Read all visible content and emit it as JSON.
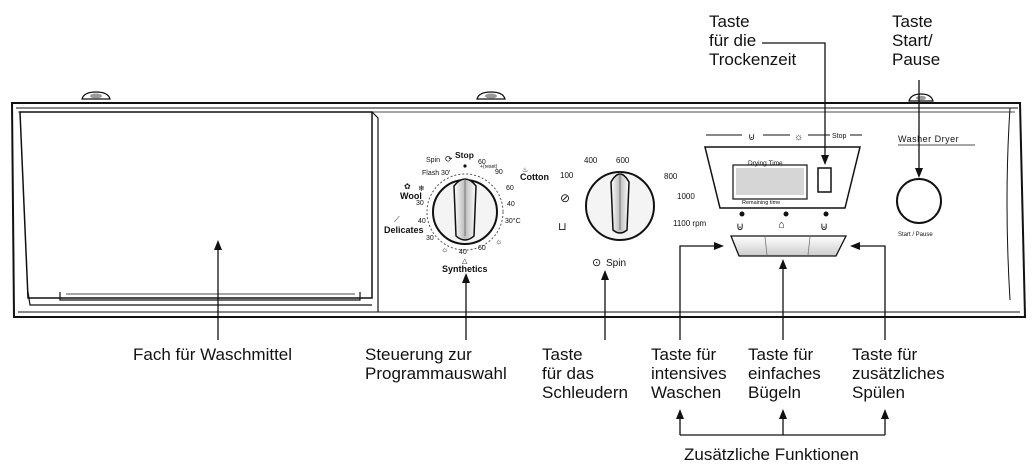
{
  "callouts": {
    "drying_time_key": [
      "Taste",
      "für die",
      "Trockenzeit"
    ],
    "start_pause_key": [
      "Taste",
      "Start/",
      "Pause"
    ],
    "detergent_drawer": "Fach für Waschmittel",
    "program_selector": [
      "Steuerung zur",
      "Programmauswahl"
    ],
    "spin_key": [
      "Taste",
      "für das",
      "Schleudern"
    ],
    "intensive_wash_key": [
      "Taste für",
      "intensives",
      "Waschen"
    ],
    "easy_iron_key": [
      "Taste für",
      "einfaches",
      "Bügeln"
    ],
    "extra_rinse_key": [
      "Taste für",
      "zusätzliches",
      "Spülen"
    ],
    "additional_functions": "Zusätzliche Funktionen"
  },
  "program_dial": {
    "stop": "Stop",
    "stop_sub": "+(reset)",
    "spin": "Spin",
    "rinse": "Rinse",
    "flash": "Flash 30'",
    "cotton": "Cotton",
    "wool": "Wool",
    "delicates": "Delicates",
    "synthetics": "Synthetics",
    "temps": {
      "t60a": "60",
      "t90": "90",
      "t60b": "60",
      "t40a": "40",
      "t30c": "30°C",
      "t30w": "30",
      "t40d": "40",
      "t30d": "30",
      "t40s": "40",
      "t60s": "60"
    }
  },
  "spin_dial": {
    "speeds": [
      "400",
      "600",
      "100",
      "800",
      "1000",
      "1100 rpm"
    ],
    "label": "Spin"
  },
  "display_panel": {
    "top_stop": "Stop",
    "drying_time": "Drying Time",
    "remaining_time": "Remaining time"
  },
  "brand": {
    "title": "Washer Dryer",
    "start_pause": "Start / Pause"
  },
  "colors": {
    "outline": "#111111",
    "background": "#ffffff"
  }
}
